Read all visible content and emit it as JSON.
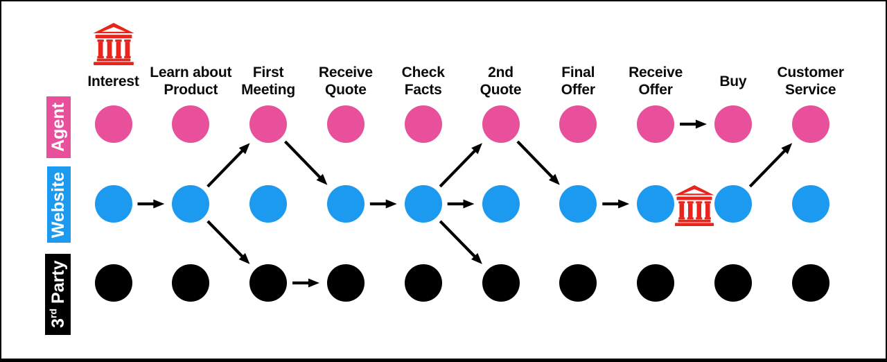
{
  "colors": {
    "agent": "#e8509c",
    "website": "#1b9af0",
    "third_party": "#000000",
    "bank_red": "#e8241c",
    "arrow": "#000000",
    "header_text": "#0a0a0a",
    "lane_text": "#ffffff",
    "background": "#ffffff",
    "frame_border": "#000000"
  },
  "stages": [
    {
      "id": "interest",
      "label": "Interest",
      "lines": [
        "Interest"
      ]
    },
    {
      "id": "learn-about-product",
      "label": "Learn about Product",
      "lines": [
        "Learn about",
        "Product"
      ]
    },
    {
      "id": "first-meeting",
      "label": "First Meeting",
      "lines": [
        "First",
        "Meeting"
      ]
    },
    {
      "id": "receive-quote",
      "label": "Receive Quote",
      "lines": [
        "Receive",
        "Quote"
      ]
    },
    {
      "id": "check-facts",
      "label": "Check Facts",
      "lines": [
        "Check",
        "Facts"
      ]
    },
    {
      "id": "2nd-quote",
      "label": "2nd Quote",
      "lines": [
        "2nd",
        "Quote"
      ]
    },
    {
      "id": "final-offer",
      "label": "Final Offer",
      "lines": [
        "Final",
        "Offer"
      ]
    },
    {
      "id": "receive-offer",
      "label": "Receive Offer",
      "lines": [
        "Receive",
        "Offer"
      ]
    },
    {
      "id": "buy",
      "label": "Buy",
      "lines": [
        "Buy"
      ]
    },
    {
      "id": "customer-service",
      "label": "Customer Service",
      "lines": [
        "Customer",
        "Service"
      ]
    }
  ],
  "lanes": [
    {
      "id": "agent",
      "label": "Agent",
      "label_parts": [
        {
          "text": "Agent"
        }
      ],
      "color_key": "agent"
    },
    {
      "id": "website",
      "label": "Website",
      "label_parts": [
        {
          "text": "Website"
        }
      ],
      "color_key": "website"
    },
    {
      "id": "third-party",
      "label": "3rd Party",
      "label_parts": [
        {
          "text": "3"
        },
        {
          "text": "rd",
          "sup": true
        },
        {
          "text": " Party"
        }
      ],
      "color_key": "third_party"
    }
  ],
  "touchpoints": {
    "full_grid": true,
    "note": "one dot per lane per stage, colored by lane"
  },
  "journey_arrows": [
    {
      "from": {
        "lane": "website",
        "stage": "interest"
      },
      "to": {
        "lane": "website",
        "stage": "learn-about-product"
      }
    },
    {
      "from": {
        "lane": "website",
        "stage": "learn-about-product"
      },
      "to": {
        "lane": "agent",
        "stage": "first-meeting"
      }
    },
    {
      "from": {
        "lane": "website",
        "stage": "learn-about-product"
      },
      "to": {
        "lane": "third-party",
        "stage": "first-meeting"
      }
    },
    {
      "from": {
        "lane": "agent",
        "stage": "first-meeting"
      },
      "to": {
        "lane": "website",
        "stage": "receive-quote"
      }
    },
    {
      "from": {
        "lane": "third-party",
        "stage": "first-meeting"
      },
      "to": {
        "lane": "third-party",
        "stage": "receive-quote"
      }
    },
    {
      "from": {
        "lane": "website",
        "stage": "receive-quote"
      },
      "to": {
        "lane": "website",
        "stage": "check-facts"
      }
    },
    {
      "from": {
        "lane": "website",
        "stage": "check-facts"
      },
      "to": {
        "lane": "agent",
        "stage": "2nd-quote"
      }
    },
    {
      "from": {
        "lane": "website",
        "stage": "check-facts"
      },
      "to": {
        "lane": "website",
        "stage": "2nd-quote"
      }
    },
    {
      "from": {
        "lane": "website",
        "stage": "check-facts"
      },
      "to": {
        "lane": "third-party",
        "stage": "2nd-quote"
      }
    },
    {
      "from": {
        "lane": "agent",
        "stage": "2nd-quote"
      },
      "to": {
        "lane": "website",
        "stage": "final-offer"
      }
    },
    {
      "from": {
        "lane": "website",
        "stage": "final-offer"
      },
      "to": {
        "lane": "website",
        "stage": "receive-offer"
      }
    },
    {
      "from": {
        "lane": "agent",
        "stage": "receive-offer"
      },
      "to": {
        "lane": "agent",
        "stage": "buy"
      }
    },
    {
      "from": {
        "lane": "website",
        "stage": "buy"
      },
      "to": {
        "lane": "agent",
        "stage": "customer-service"
      }
    }
  ],
  "bank_icons": [
    {
      "id": "bank-icon-top",
      "placement": "above-stage-header",
      "stage": "interest"
    },
    {
      "id": "bank-icon-inline",
      "placement": "between-dots",
      "lane": "website",
      "between_stages": [
        "receive-offer",
        "buy"
      ]
    }
  ]
}
